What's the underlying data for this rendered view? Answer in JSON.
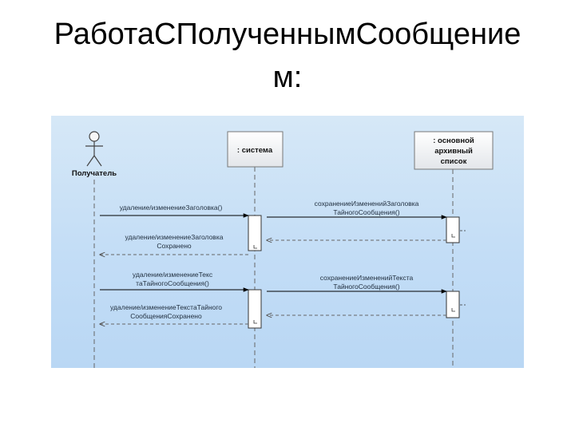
{
  "slide": {
    "title_line1": "РаботаСПолученнымСообщение",
    "title_line2": "м:"
  },
  "diagram": {
    "actor": {
      "name": "Получатель"
    },
    "system": {
      "label": ": система"
    },
    "archive": {
      "line1": ": основной",
      "line2": "архивный",
      "line3": "список"
    },
    "messages": {
      "m1": "удаление/изменениеЗаголовка()",
      "m2_line1": "сохранениеИзмененийЗаголовка",
      "m2_line2": "ТайногоСообщения()",
      "m4_line1": "удаление/изменениеЗаголовка",
      "m4_line2": "Сохранено",
      "m5_line1": "удаление/изменениеТекс",
      "m5_line2": "таТайногоСообщения()",
      "m6_line1": "сохранениеИзмененийТекста",
      "m6_line2": "ТайногоСообщения()",
      "m8_line1": "удаление/изменениеТекстаТайного",
      "m8_line2": "СообщенияСохранено"
    }
  }
}
